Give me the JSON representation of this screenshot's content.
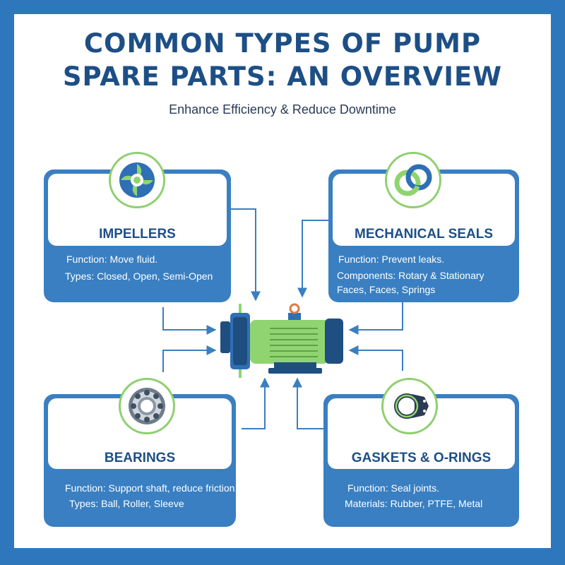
{
  "title_line1": "COMMON TYPES OF PUMP",
  "title_line2": "SPARE PARTS: AN OVERVIEW",
  "subtitle": "Enhance Efficiency & Reduce Downtime",
  "cards": {
    "impellers": {
      "label": "IMPELLERS",
      "line1": "Function: Move fluid.",
      "line2": "Types: Closed, Open, Semi-Open",
      "icon": "impeller-icon"
    },
    "seals": {
      "label": "MECHANICAL SEALS",
      "line1": "Function: Prevent leaks.",
      "line2": "Components: Rotary & Stationary",
      "line3": "Faces, Faces, Springs",
      "icon": "interlocked-rings-icon"
    },
    "bearings": {
      "label": "BEARINGS",
      "line1": "Function: Support shaft, reduce friction.",
      "line2": "Types: Ball, Roller, Sleeve",
      "icon": "ball-bearing-icon"
    },
    "gaskets": {
      "label": "GASKETS & O-RINGS",
      "line1": "Function: Seal joints.",
      "line2": "Materials: Rubber, PTFE, Metal",
      "icon": "gasket-oring-icon"
    }
  },
  "center_icon": "centrifugal-pump-icon",
  "colors": {
    "frame_blue": "#2f77bd",
    "title_navy": "#1d4f86",
    "card_blue": "#3a7fc1",
    "accent_green": "#8fcf70",
    "pump_green": "#8fd470"
  }
}
